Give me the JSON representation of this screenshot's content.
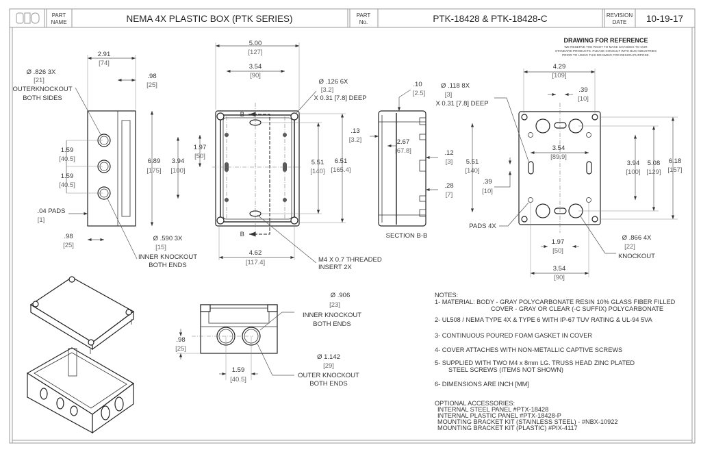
{
  "title_block": {
    "logo": "BUD",
    "part_name_label": [
      "PART",
      "NAME"
    ],
    "part_name": "NEMA 4X PLASTIC BOX (PTK SERIES)",
    "part_no_label": [
      "PART",
      "No."
    ],
    "part_no": "PTK-18428 & PTK-18428-C",
    "revision_label": [
      "REVISION",
      "DATE"
    ],
    "revision_date": "10-19-17"
  },
  "reference": {
    "heading": "DRAWING FOR REFERENCE",
    "lines": [
      "WE RESERVE THE RIGHT TO MAKE CHANGES TO OUR",
      "STANDARD PRODUCTS. PLEASE CONSULT WITH BUD INDUSTRIES",
      "PRIOR TO USING THIS DRAWING FOR DESIGN PURPOSE."
    ]
  },
  "side_view": {
    "width": [
      "2.91",
      "[74]"
    ],
    "lid": [
      ".98",
      "[25]"
    ],
    "outer_ko": [
      "Ø .826 3X",
      "[21]",
      "OUTERKNOCKOUT",
      "BOTH SIDES"
    ],
    "spacing1": [
      "1.59",
      "[40.5]"
    ],
    "spacing2": [
      "1.59",
      "[40.5]"
    ],
    "pads": [
      ".04 PADS",
      "[1]"
    ],
    "bottom": [
      ".98",
      "[25]"
    ],
    "height": [
      "6.89",
      "[175]"
    ],
    "inner": [
      "3.94",
      "[100]"
    ],
    "inner_ko": [
      "Ø .590 3X",
      "[15]",
      "INNER KNOCKOUT",
      "BOTH ENDS"
    ]
  },
  "front_view": {
    "width": [
      "5.00",
      "[127]"
    ],
    "hole_span": [
      "3.54",
      "[90]"
    ],
    "holes": [
      "Ø .126 6X",
      "[3.2]",
      "X 0.31 [7.8] DEEP"
    ],
    "section_mark": "B",
    "half_span": [
      "1.97",
      "[50]"
    ],
    "insert_span": [
      "5.51",
      "[140]"
    ],
    "screw_span": [
      "6.51",
      "[165.4]"
    ],
    "screw_width": [
      "4.62",
      "[117.4]"
    ],
    "insert": [
      "M4 X 0.7 THREADED",
      "INSERT 2X"
    ]
  },
  "section_view": {
    "label": "SECTION B-B",
    "top": [
      ".10",
      "[2.5]"
    ],
    "wall": [
      ".13",
      "[3.2]"
    ],
    "depth": [
      "2.67",
      "[67.8]"
    ],
    "rib": [
      ".12",
      "[3]"
    ],
    "boss": [
      ".28",
      "[7]"
    ]
  },
  "back_view": {
    "holes": [
      "Ø .118 8X",
      "[3]",
      "X 0.31 [7.8] DEEP"
    ],
    "pad_span": [
      "4.29",
      "[109]"
    ],
    "slot": [
      ".39",
      "[10]"
    ],
    "slot_span": [
      "3.54",
      "[89.9]"
    ],
    "height_a": [
      "5.51",
      "[140]"
    ],
    "slot_v": [
      ".39",
      "[10]"
    ],
    "v1": [
      "3.94",
      "[100]"
    ],
    "v2": [
      "5.08",
      "[129]"
    ],
    "v3": [
      "6.18",
      "[157]"
    ],
    "pads": "PADS 4X",
    "ko_span": [
      "1.97",
      "[50]"
    ],
    "bottom_span": [
      "3.54",
      "[90]"
    ],
    "knockout": [
      "Ø .866 4X",
      "[22]",
      "KNOCKOUT"
    ]
  },
  "end_view": {
    "inner_ko": [
      "Ø .906",
      "[23]",
      "INNER KNOCKOUT",
      "BOTH ENDS"
    ],
    "height": [
      ".98",
      "[25]"
    ],
    "spacing": [
      "1.59",
      "[40.5]"
    ],
    "outer_ko": [
      "Ø 1.142",
      "[29]",
      "OUTER KNOCKOUT",
      "BOTH ENDS"
    ]
  },
  "notes": {
    "heading": "NOTES:",
    "items": [
      "1- MATERIAL:  BODY - GRAY POLYCARBONATE RESIN 10% GLASS FIBER FILLED",
      "COVER - GRAY OR CLEAR (-C SUFFIX) POLYCARBONATE",
      "2- UL508 / NEMA TYPE 4X & TYPE 6 WITH IP-67 TUV RATING & UL-94 5VA",
      "3- CONTINUOUS POURED FOAM GASKET IN COVER",
      "4- COVER ATTACHES WITH NON-METALLIC CAPTIVE SCREWS",
      "5- SUPPLIED WITH TWO M4 x 8mm LG. TRUSS HEAD ZINC PLATED",
      "STEEL SCREWS (ITEMS NOT SHOWN)",
      "6- DIMENSIONS ARE INCH [MM]"
    ],
    "accessories_heading": "OPTIONAL ACCESSORIES:",
    "accessories": [
      "INTERNAL STEEL PANEL #PTX-18428",
      "INTERNAL PLASTIC PANEL #PTX-18428-P",
      "MOUNTING BRACKET KIT (STAINLESS STEEL) - #NBX-10922",
      "MOUNTING BRACKET KIT (PLASTIC) #PIX-4117"
    ]
  }
}
